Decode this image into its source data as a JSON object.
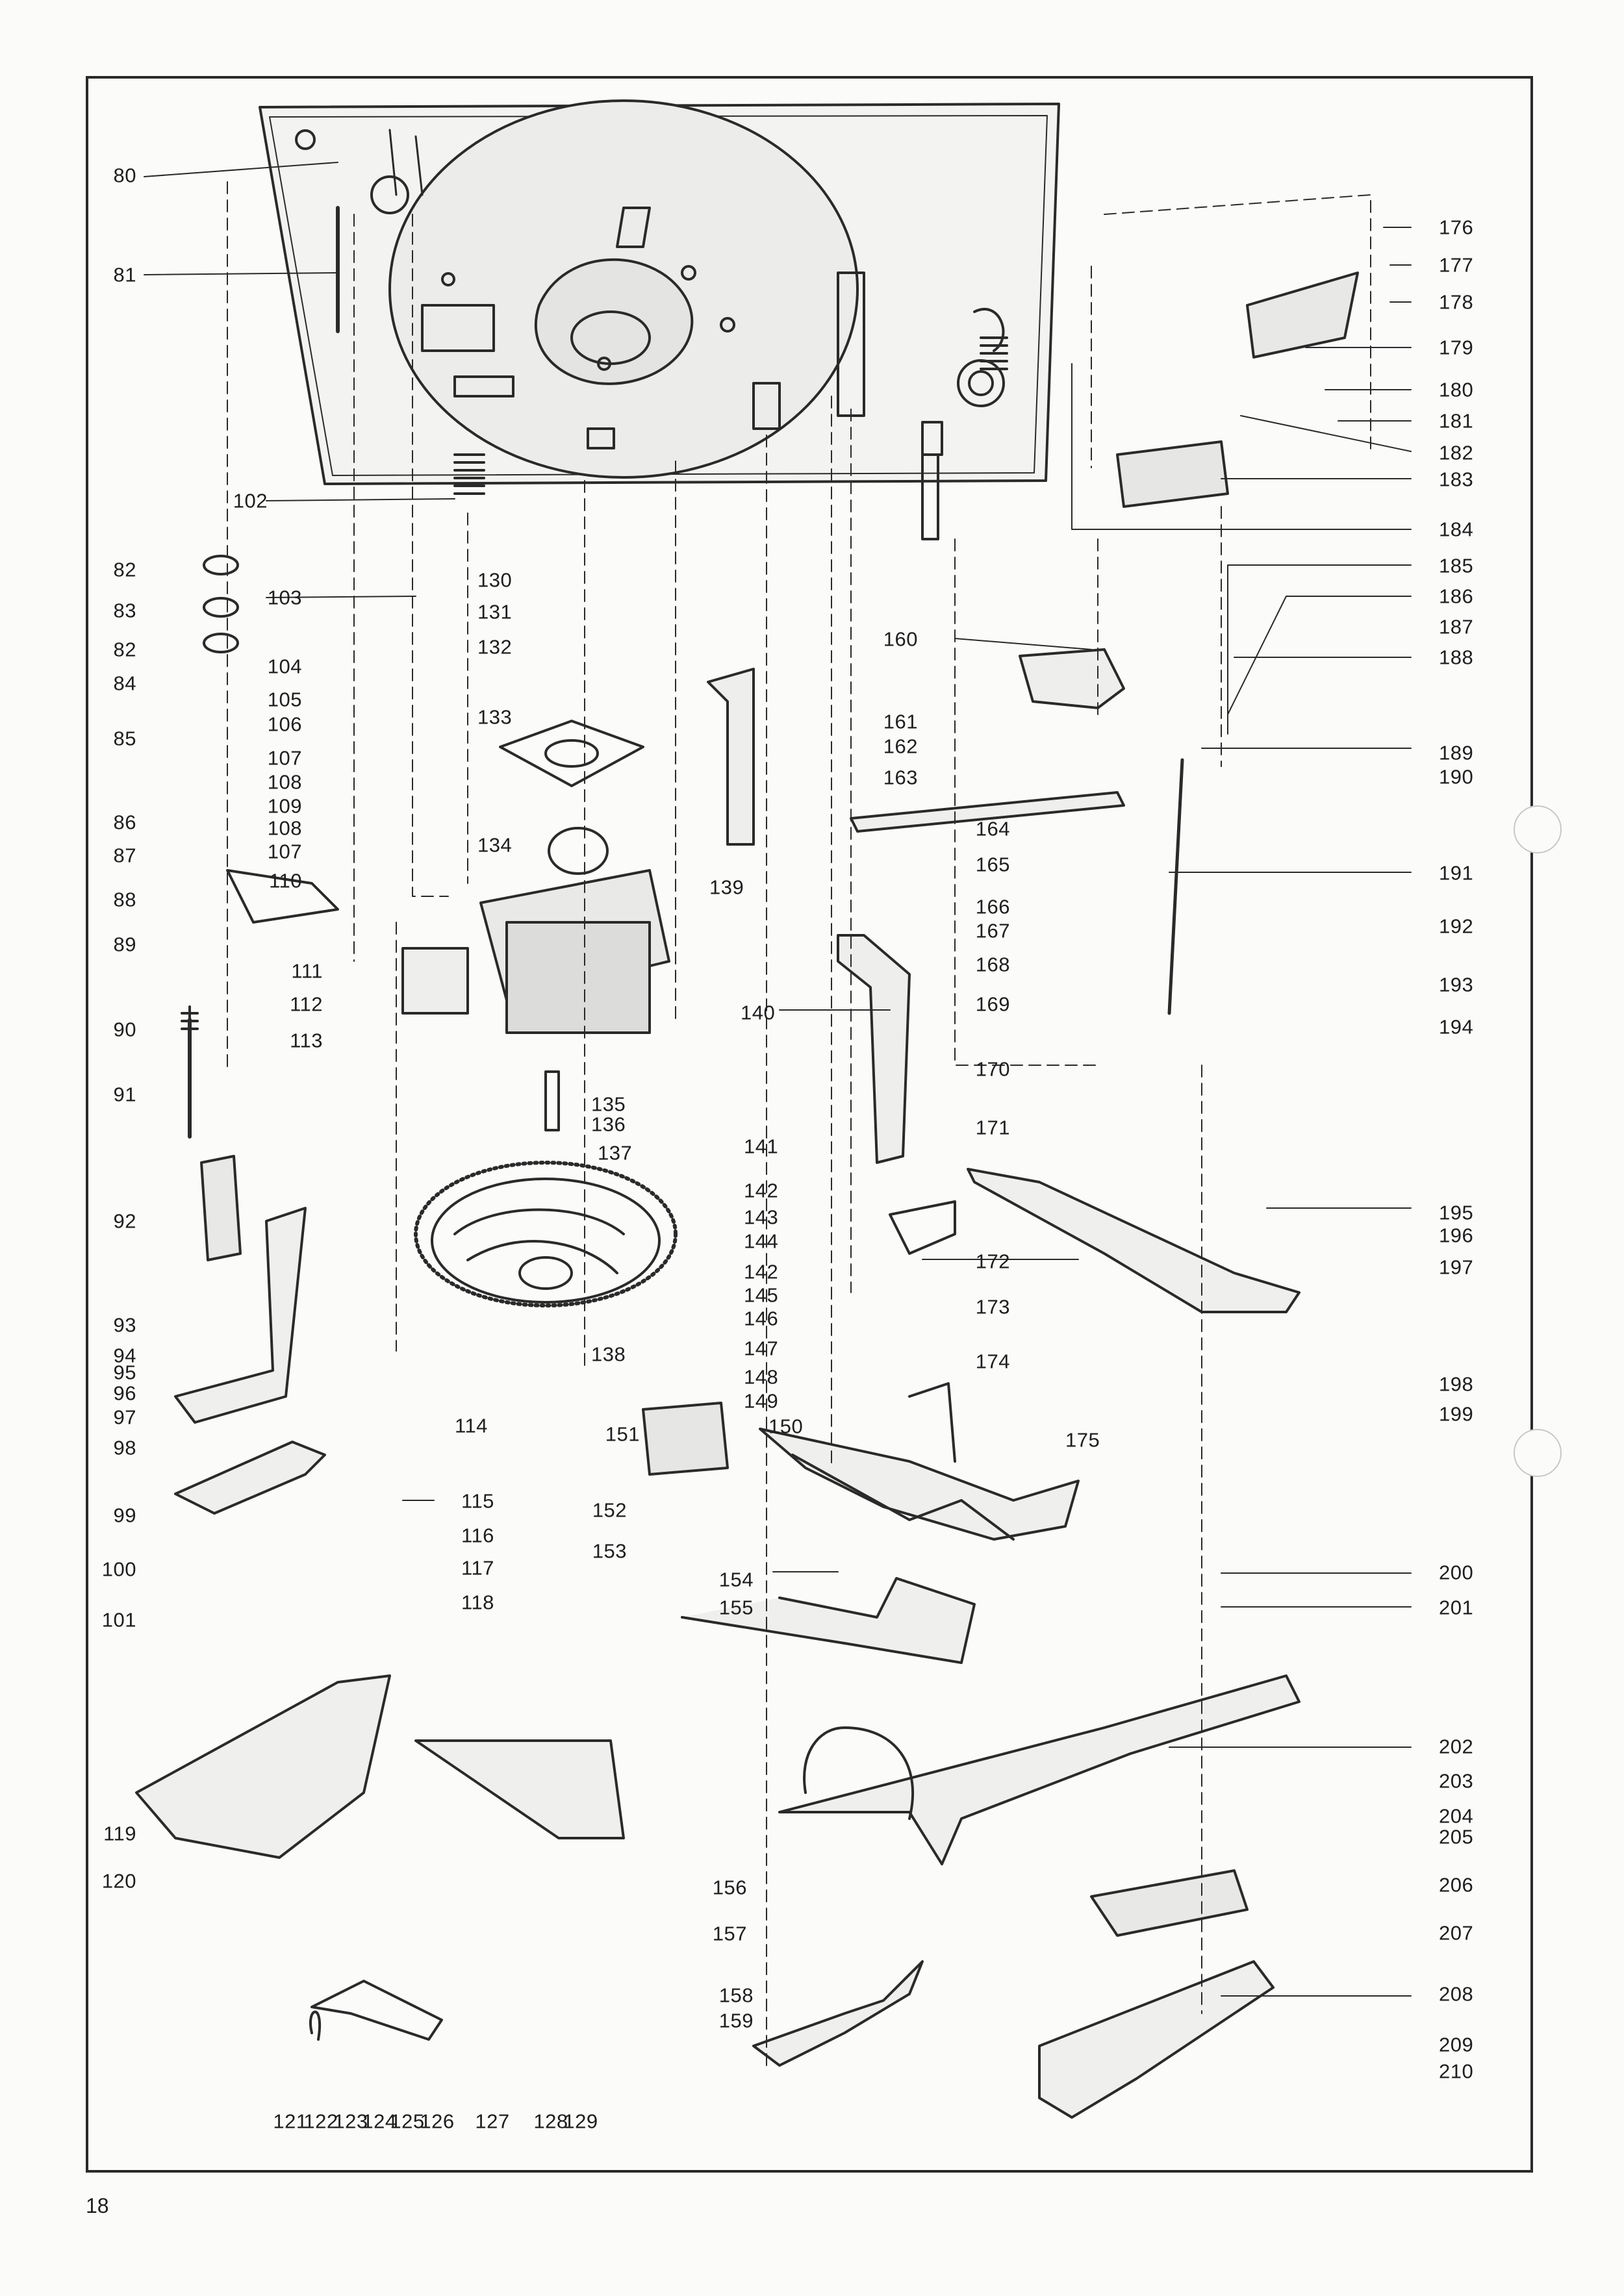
{
  "page": {
    "number": "18"
  },
  "callouts": {
    "left": [
      "80",
      "81",
      "82",
      "83",
      "82",
      "84",
      "85",
      "86",
      "87",
      "88",
      "89",
      "90",
      "91",
      "92",
      "93",
      "94",
      "95",
      "96",
      "97",
      "98",
      "99",
      "100",
      "101",
      "102",
      "103",
      "104",
      "105",
      "106",
      "107",
      "108",
      "109",
      "108",
      "107",
      "110",
      "111",
      "112",
      "113",
      "119",
      "120"
    ],
    "center": [
      "114",
      "115",
      "116",
      "117",
      "118",
      "130",
      "131",
      "132",
      "133",
      "134",
      "135",
      "136",
      "137",
      "138",
      "139",
      "140",
      "141",
      "142",
      "143",
      "144",
      "142",
      "145",
      "146",
      "147",
      "148",
      "149",
      "150",
      "151",
      "152",
      "153",
      "154",
      "155",
      "156",
      "157",
      "158",
      "159",
      "160",
      "161",
      "162",
      "163",
      "164",
      "165",
      "166",
      "167",
      "168",
      "169",
      "170",
      "171",
      "172",
      "173",
      "174",
      "175"
    ],
    "bottom": [
      "121",
      "122",
      "123",
      "124",
      "125",
      "126",
      "127",
      "128",
      "129"
    ],
    "right": [
      "176",
      "177",
      "178",
      "179",
      "180",
      "181",
      "182",
      "183",
      "184",
      "185",
      "186",
      "187",
      "188",
      "189",
      "190",
      "191",
      "192",
      "193",
      "194",
      "195",
      "196",
      "197",
      "198",
      "199",
      "200",
      "201",
      "202",
      "203",
      "204",
      "205",
      "206",
      "207",
      "208",
      "209",
      "210"
    ]
  }
}
